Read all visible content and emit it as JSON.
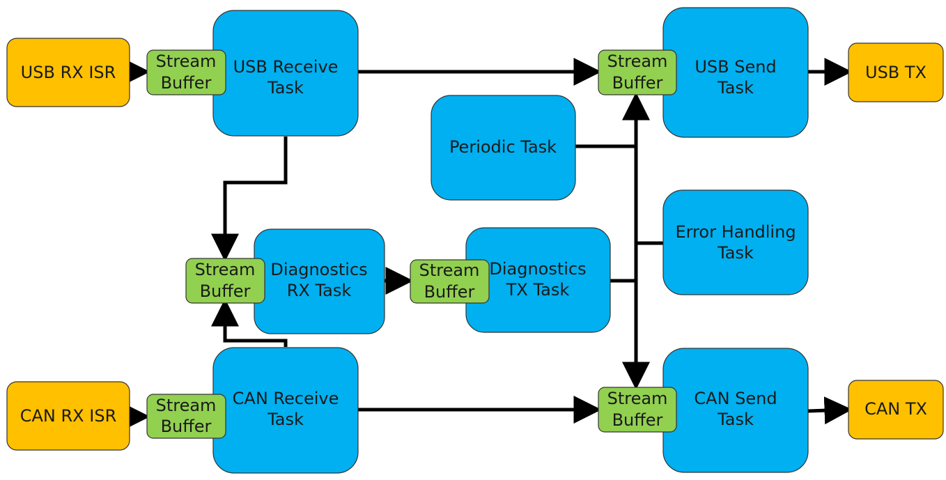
{
  "colors": {
    "task": "#00b0f0",
    "io": "#ffc000",
    "buffer": "#92d050",
    "line": "#000000"
  },
  "io_nodes": {
    "usb_rx_isr": "USB RX ISR",
    "can_rx_isr": "CAN RX ISR",
    "usb_tx": "USB TX",
    "can_tx": "CAN TX"
  },
  "tasks": {
    "usb_receive": [
      "USB Receive",
      "Task"
    ],
    "usb_send": [
      "USB Send",
      "Task"
    ],
    "periodic": [
      "Periodic Task"
    ],
    "error_handling": [
      "Error Handling",
      "Task"
    ],
    "diagnostics_rx": [
      "Diagnostics",
      "RX Task"
    ],
    "diagnostics_tx": [
      "Diagnostics",
      "TX Task"
    ],
    "can_receive": [
      "CAN Receive",
      "Task"
    ],
    "can_send": [
      "CAN Send",
      "Task"
    ]
  },
  "buffer_label": [
    "Stream",
    "Buffer"
  ]
}
